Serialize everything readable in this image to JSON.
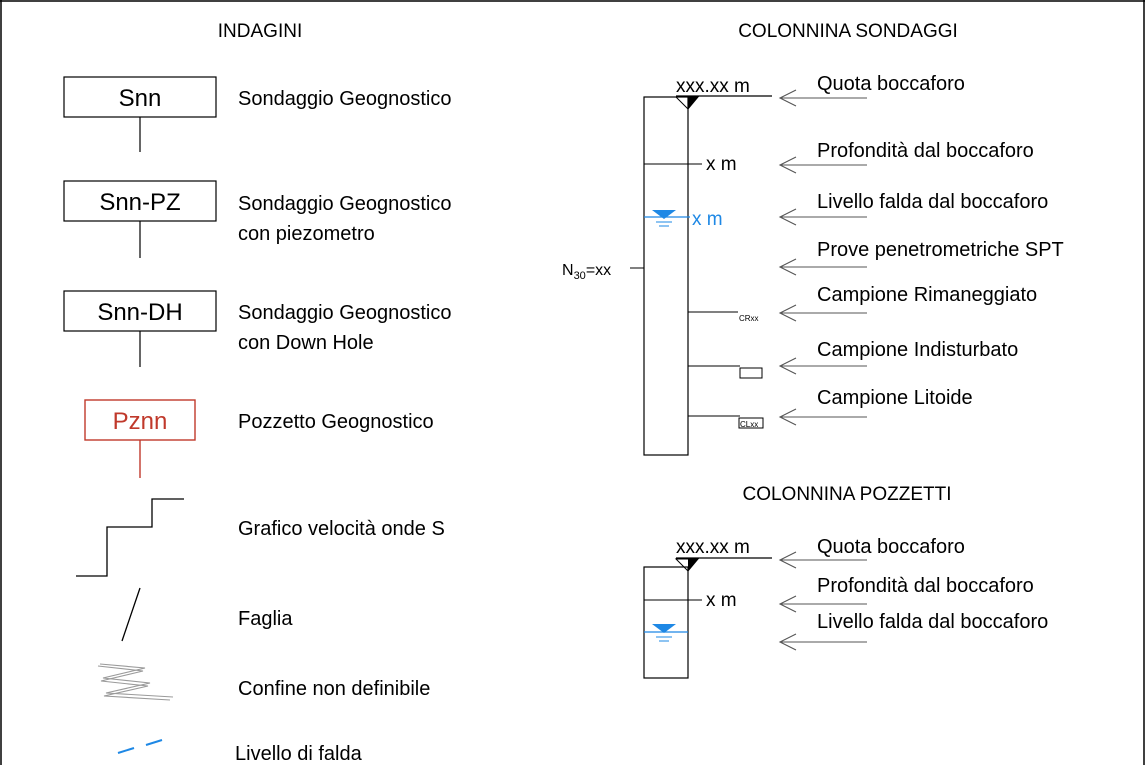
{
  "indagini": {
    "heading": "INDAGINI",
    "items": [
      {
        "code": "Snn",
        "desc1": "Sondaggio Geognostico",
        "desc2": ""
      },
      {
        "code": "Snn-PZ",
        "desc1": "Sondaggio Geognostico",
        "desc2": "con piezometro"
      },
      {
        "code": "Snn-DH",
        "desc1": "Sondaggio Geognostico",
        "desc2": "con Down Hole"
      },
      {
        "code": "Pznn",
        "desc1": "Pozzetto Geognostico",
        "desc2": ""
      }
    ],
    "symbols": [
      {
        "icon": "step-graph-icon",
        "label": "Grafico velocità onde S"
      },
      {
        "icon": "fault-line-icon",
        "label": "Faglia"
      },
      {
        "icon": "zigzag-boundary-icon",
        "label": "Confine non definibile"
      },
      {
        "icon": "dashed-water-line-icon",
        "label": "Livello di falda"
      }
    ]
  },
  "sondaggi": {
    "heading": "COLONNINA SONDAGGI",
    "elevation": "xxx.xx m",
    "depth": "x m",
    "water_depth": "x m",
    "spt_prefix": "N",
    "spt_sub": "30",
    "spt_suffix": "=xx",
    "sample_cr": "CRxx",
    "sample_cl": "CLxx",
    "callouts": [
      "Quota boccaforo",
      "Profondità dal boccaforo",
      "Livello falda dal boccaforo",
      "Prove penetrometriche SPT",
      "Campione Rimaneggiato",
      "Campione Indisturbato",
      "Campione Litoide"
    ]
  },
  "pozzetti": {
    "heading": "COLONNINA POZZETTI",
    "elevation": "xxx.xx m",
    "depth": "x m",
    "callouts": [
      "Quota boccaforo",
      "Profondità dal boccaforo",
      "Livello falda dal boccaforo"
    ]
  },
  "colors": {
    "water": "#1e88e5",
    "pozzetto": "#c0392b",
    "line": "#000000",
    "arrow": "#555555",
    "zigzag": "#999999"
  }
}
